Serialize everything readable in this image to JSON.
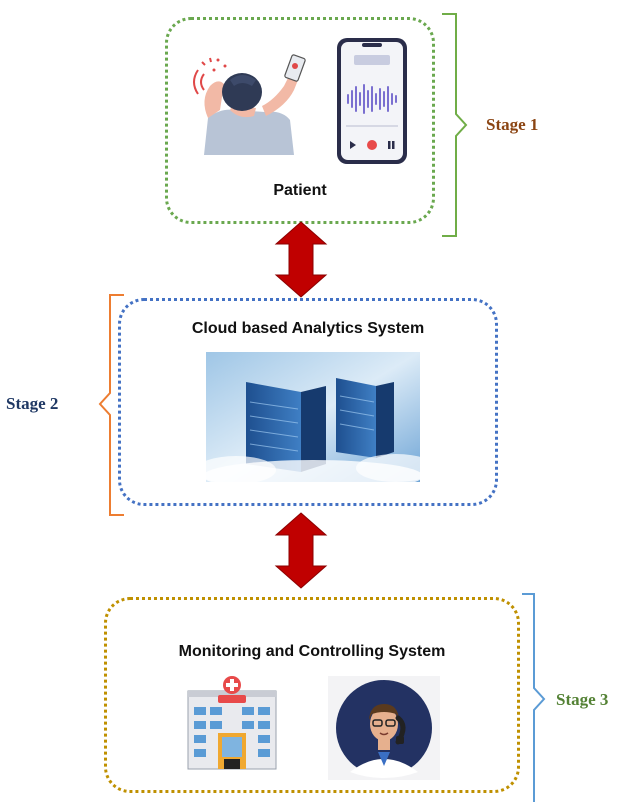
{
  "colors": {
    "stage1": "#6aa84f",
    "stage2": "#4472c4",
    "stage3": "#bf9000",
    "stage1_label": "#8b4513",
    "stage2_label": "#1f3864",
    "stage3_label": "#548235",
    "bracket1": "#70ad47",
    "bracket2": "#ed7d31",
    "bracket3": "#5b9bd5",
    "arrow": "#c00000"
  },
  "stage1": {
    "label": "Stage 1",
    "title": "Patient",
    "icons": [
      "patient-headache-icon",
      "voice-recorder-phone-icon"
    ]
  },
  "stage2": {
    "label": "Stage 2",
    "title": "Cloud based Analytics System",
    "icons": [
      "cloud-server-icon"
    ]
  },
  "stage3": {
    "label": "Stage 3",
    "title": "Monitoring and Controlling System",
    "icons": [
      "hospital-icon",
      "doctor-phone-icon"
    ]
  }
}
